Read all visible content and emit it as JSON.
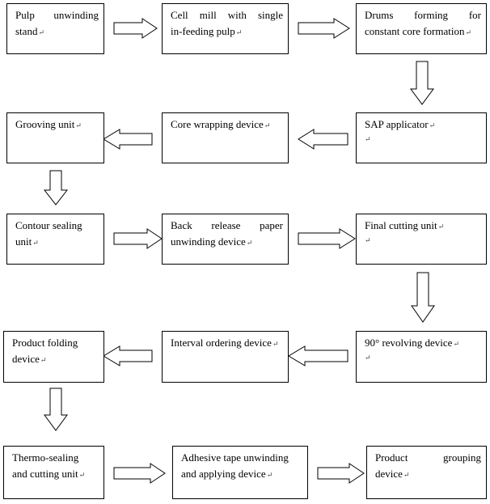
{
  "paragraph_mark": "↵",
  "boxes": {
    "pulp_unwinding_stand": {
      "line1": "Pulp unwinding",
      "line2": "stand"
    },
    "cell_mill": {
      "line1": "Cell mill with single",
      "line2": "in-feeding pulp"
    },
    "drums_forming": {
      "line1": "Drums forming for",
      "line2": "constant core formation"
    },
    "sap_applicator": {
      "line1": "SAP applicator"
    },
    "core_wrapping": {
      "line1": "Core wrapping device"
    },
    "grooving_unit": {
      "line1": "Grooving unit"
    },
    "contour_sealing": {
      "line1": "Contour sealing",
      "line2": "unit"
    },
    "back_release_paper": {
      "line1": "Back release paper",
      "line2": "unwinding device"
    },
    "final_cutting": {
      "line1": "Final cutting unit"
    },
    "revolving_device": {
      "line1": "90° revolving device"
    },
    "interval_ordering": {
      "line1": "Interval ordering device"
    },
    "product_folding": {
      "line1": "Product folding",
      "line2": "device"
    },
    "thermo_sealing": {
      "line1": "Thermo-sealing",
      "line2": "and cutting unit"
    },
    "adhesive_tape": {
      "line1": "Adhesive tape unwinding",
      "line2": "and applying device"
    },
    "product_grouping": {
      "line1": "Product grouping",
      "line2": "device"
    }
  }
}
